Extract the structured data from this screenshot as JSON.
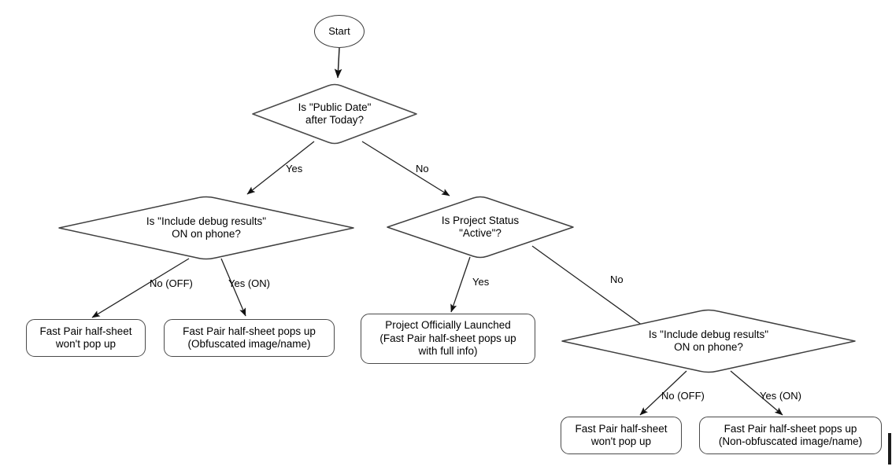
{
  "diagram": {
    "title": "Fast Pair Half-Sheet Decision Flowchart",
    "background_color": "#ffffff",
    "stroke_color": "#444444",
    "text_color": "#000000",
    "nodes": [
      {
        "id": "start",
        "type": "terminator",
        "label": "Start"
      },
      {
        "id": "public-date",
        "type": "decision",
        "label": "Is \"Public Date\"\nafter Today?"
      },
      {
        "id": "debug-left",
        "type": "decision",
        "label": "Is \"Include debug results\"\nON on phone?"
      },
      {
        "id": "project-status",
        "type": "decision",
        "label": "Is Project Status\n\"Active\"?"
      },
      {
        "id": "no-popup-left",
        "type": "process",
        "label": "Fast Pair half-sheet\nwon't pop up"
      },
      {
        "id": "obfuscated-popup",
        "type": "process",
        "label": "Fast Pair half-sheet pops up\n(Obfuscated image/name)"
      },
      {
        "id": "officially-launched",
        "type": "process",
        "label": "Project Officially Launched\n(Fast Pair half-sheet pops up\nwith full info)"
      },
      {
        "id": "debug-right",
        "type": "decision",
        "label": "Is \"Include debug results\"\nON on phone?"
      },
      {
        "id": "no-popup-right",
        "type": "process",
        "label": "Fast Pair half-sheet\nwon't pop up"
      },
      {
        "id": "non-obfuscated-popup",
        "type": "process",
        "label": "Fast Pair half-sheet pops up\n(Non-obfuscated image/name)"
      }
    ],
    "edges": [
      {
        "id": "e-start-publicdate",
        "from": "start",
        "to": "public-date",
        "label": ""
      },
      {
        "id": "e-publicdate-yes",
        "from": "public-date",
        "to": "debug-left",
        "label": "Yes"
      },
      {
        "id": "e-publicdate-no",
        "from": "public-date",
        "to": "project-status",
        "label": "No"
      },
      {
        "id": "e-debugleft-off",
        "from": "debug-left",
        "to": "no-popup-left",
        "label": "No (OFF)"
      },
      {
        "id": "e-debugleft-on",
        "from": "debug-left",
        "to": "obfuscated-popup",
        "label": "Yes (ON)"
      },
      {
        "id": "e-status-yes",
        "from": "project-status",
        "to": "officially-launched",
        "label": "Yes"
      },
      {
        "id": "e-status-no",
        "from": "project-status",
        "to": "debug-right",
        "label": "No"
      },
      {
        "id": "e-debugright-off",
        "from": "debug-right",
        "to": "no-popup-right",
        "label": "No (OFF)"
      },
      {
        "id": "e-debugright-on",
        "from": "debug-right",
        "to": "non-obfuscated-popup",
        "label": "Yes (ON)"
      }
    ]
  }
}
